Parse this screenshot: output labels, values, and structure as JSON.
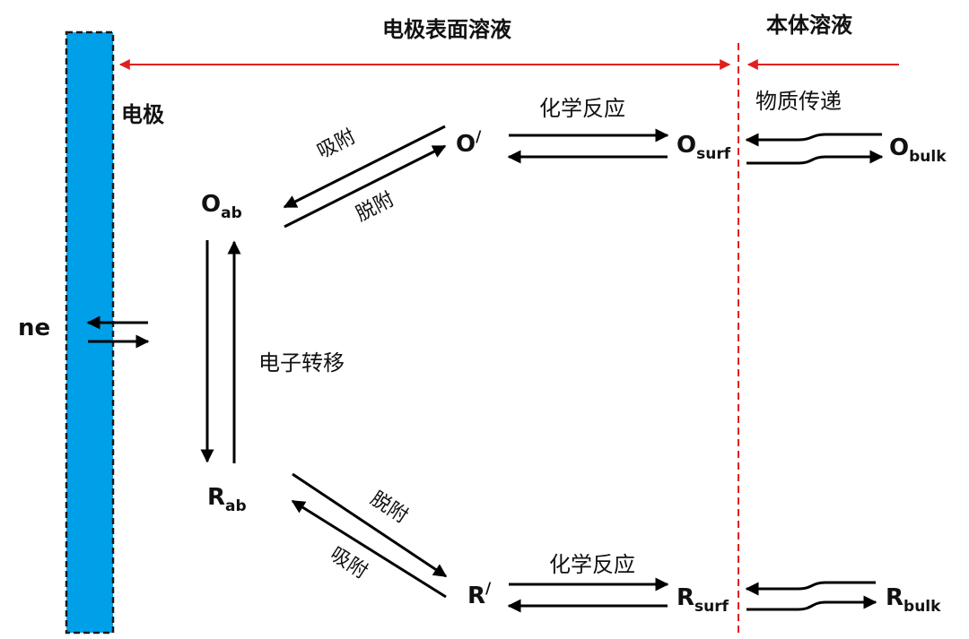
{
  "colors": {
    "electrode_fill": "#00A0E9",
    "electrode_border": "#1a1a1a",
    "boundary_line": "#E02020",
    "arrow": "#000000",
    "text": "#111111"
  },
  "regions": {
    "surface_solution": "电极表面溶液",
    "bulk_solution": "本体溶液",
    "electrode": "电极"
  },
  "electron_label": "ne",
  "species": {
    "o_ab": {
      "main": "O",
      "sub": "ab"
    },
    "r_ab": {
      "main": "R",
      "sub": "ab"
    },
    "o_prime": {
      "main": "O",
      "sup": "/"
    },
    "r_prime": {
      "main": "R",
      "sup": "/"
    },
    "o_surf": {
      "main": "O",
      "sub": "surf"
    },
    "r_surf": {
      "main": "R",
      "sub": "surf"
    },
    "o_bulk": {
      "main": "O",
      "sub": "bulk"
    },
    "r_bulk": {
      "main": "R",
      "sub": "bulk"
    }
  },
  "processes": {
    "electron_transfer": "电子转移",
    "chemical_reaction_top": "化学反应",
    "chemical_reaction_bottom": "化学反应",
    "mass_transfer": "物质传递",
    "adsorption_top": "吸附",
    "desorption_top": "脱附",
    "desorption_bottom": "脱附",
    "adsorption_bottom": "吸附"
  }
}
